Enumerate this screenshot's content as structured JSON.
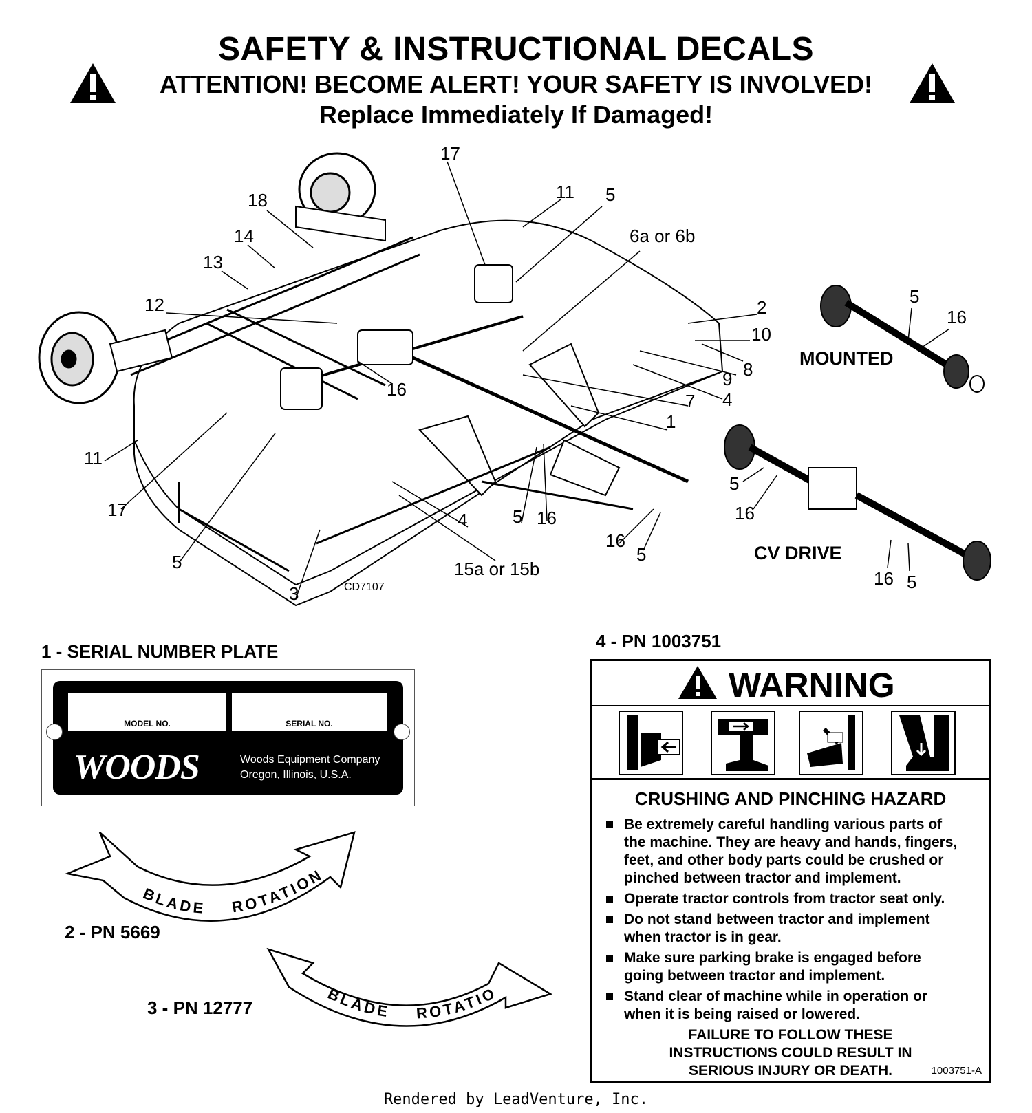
{
  "header": {
    "title": "SAFETY & INSTRUCTIONAL DECALS",
    "subtitle": "ATTENTION! BECOME ALERT! YOUR SAFETY IS INVOLVED!",
    "subtitle2": "Replace Immediately If Damaged!"
  },
  "diagram": {
    "callouts": [
      "17",
      "11",
      "5",
      "18",
      "14",
      "13",
      "6a or 6b",
      "12",
      "2",
      "10",
      "8",
      "9",
      "7",
      "4",
      "1",
      "16",
      "11",
      "17",
      "5",
      "16",
      "4",
      "5",
      "16",
      "3",
      "15a or 15b",
      "5",
      "16",
      "5",
      "16",
      "5"
    ],
    "drawing_code": "CD7107",
    "mounted_label": "MOUNTED",
    "cv_drive_label": "CV DRIVE",
    "mounted_callouts": [
      "5",
      "16"
    ],
    "cv_callouts": [
      "5",
      "16",
      "16",
      "5"
    ]
  },
  "decal1": {
    "caption": "1 - SERIAL NUMBER PLATE",
    "model_label": "MODEL NO.",
    "serial_label": "SERIAL NO.",
    "brand": "WOODS",
    "company_line1": "Woods Equipment Company",
    "company_line2": "Oregon, Illinois, U.S.A."
  },
  "decal2": {
    "caption": "2 - PN 5669",
    "word1": "BLADE",
    "word2": "ROTATION"
  },
  "decal3": {
    "caption": "3 - PN 12777",
    "word1": "BLADE",
    "word2": "ROTATION"
  },
  "decal4": {
    "caption": "4 - PN 1003751",
    "signal_word": "WARNING",
    "hazard_title": "CRUSHING AND PINCHING HAZARD",
    "bullets": [
      [
        "Be extremely careful handling various parts of",
        "the machine. They are heavy and hands, fingers,",
        "feet, and other body parts could be crushed or",
        "pinched between tractor and implement."
      ],
      [
        "Operate tractor controls from tractor seat only."
      ],
      [
        "Do not stand between tractor and implement",
        "when tractor is in gear."
      ],
      [
        "Make sure parking brake is engaged before",
        "going between tractor and implement."
      ],
      [
        "Stand clear of machine while in operation or",
        "when it is being raised or lowered."
      ]
    ],
    "failure": [
      "FAILURE TO FOLLOW THESE",
      "INSTRUCTIONS COULD RESULT IN",
      "SERIOUS INJURY OR DEATH."
    ],
    "code": "1003751-A"
  },
  "footer": {
    "rendered_by": "Rendered by LeadVenture, Inc."
  }
}
